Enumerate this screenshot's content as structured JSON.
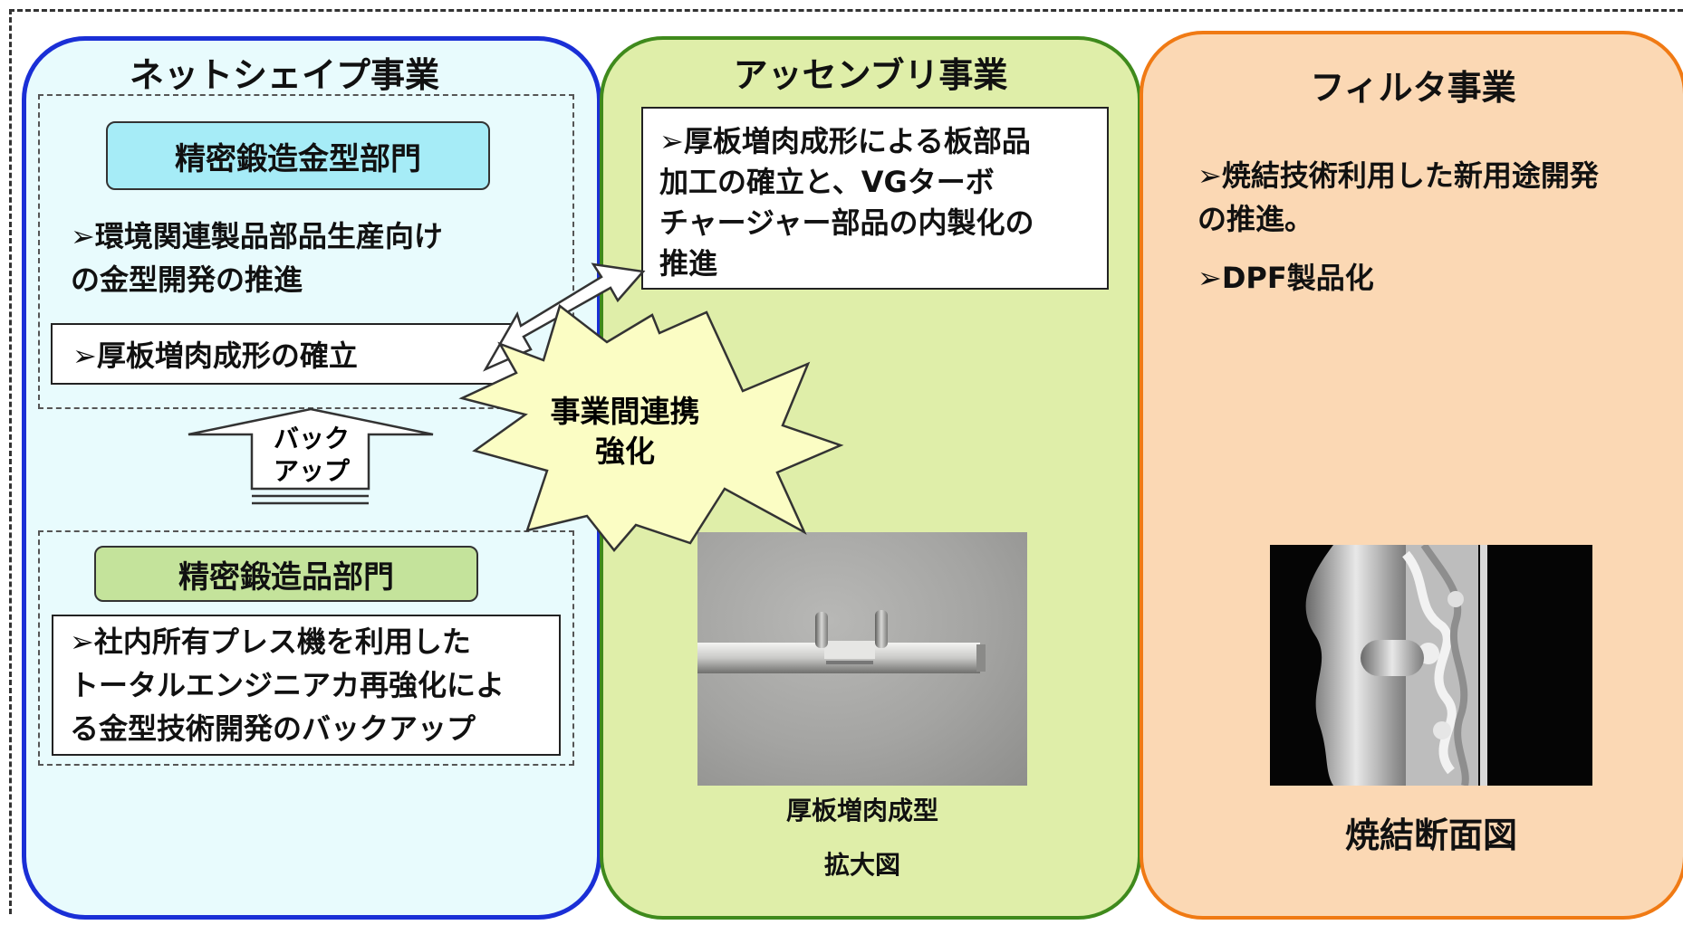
{
  "netshape": {
    "title": "ネットシェイプ事業",
    "die_dept": "精密鍛造金型部門",
    "die_item_line1": "➢環境関連製品部品生産向け",
    "die_item_line2": "の金型開発の推進",
    "thick_plate": "➢厚板増肉成形の確立",
    "backup_line1": "バック",
    "backup_line2": "アップ",
    "forging_dept": "精密鍛造品部門",
    "forging_line1": "➢社内所有プレス機を利用した",
    "forging_line2": "トータルエンジニアカ再強化によ",
    "forging_line3": "る金型技術開発のバックアップ"
  },
  "assembly": {
    "title": "アッセンブリ事業",
    "box_line1": "➢厚板増肉成形による板部品",
    "box_line2": "加工の確立と、VGターボ",
    "box_line3": "チャージャー部品の内製化の",
    "box_line4": "推進",
    "caption_line1": "厚板増肉成型",
    "caption_line2": "拡大図"
  },
  "collaboration": {
    "line1": "事業間連携",
    "line2": "強化"
  },
  "filter": {
    "title": "フィルタ事業",
    "item1_line1": "➢焼結技術利用した新用途開発",
    "item1_line2": "の推進。",
    "item2": "➢DPF製品化",
    "caption": "焼結断面図"
  }
}
